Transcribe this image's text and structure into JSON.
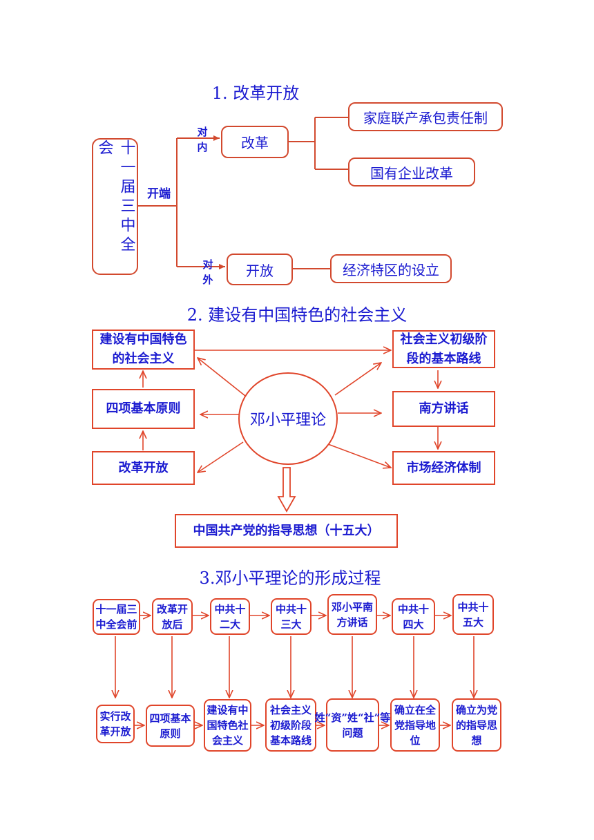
{
  "section1": {
    "title": "1. 改革开放",
    "root": "十一届三中全会",
    "start_label": "开端",
    "inner_label": "对内",
    "outer_label": "对外",
    "reform": "改革",
    "opening": "开放",
    "reform_items": [
      "家庭联产承包责任制",
      "国有企业改革"
    ],
    "opening_item": "经济特区的设立"
  },
  "section2": {
    "title": "2. 建设有中国特色的社会主义",
    "center": "邓小平理论",
    "nodes": {
      "socialism": "建设有中国特色的社会主义",
      "principles": "四项基本原则",
      "reform": "改革开放",
      "basic_line": "社会主义初级阶段的基本路线",
      "south_talk": "南方讲话",
      "market": "市场经济体制"
    },
    "bottom": "中国共产党的指导思想（十五大）"
  },
  "section3": {
    "title": "3.邓小平理论的形成过程",
    "top": [
      "十一届三中全会前",
      "改革开放后",
      "中共十二大",
      "中共十三大",
      "邓小平南方讲话",
      "中共十四大",
      "中共十五大"
    ],
    "bottom": [
      "实行改革开放",
      "四项基本原则",
      "建设有中国特色社会主义",
      "社会主义初级阶段基本路线",
      "姓“资”姓“社”等问题",
      "确立在全党指导地位",
      "确立为党的指导思想"
    ]
  },
  "colors": {
    "text": "#1a1ad0",
    "line": "#e0452a"
  }
}
